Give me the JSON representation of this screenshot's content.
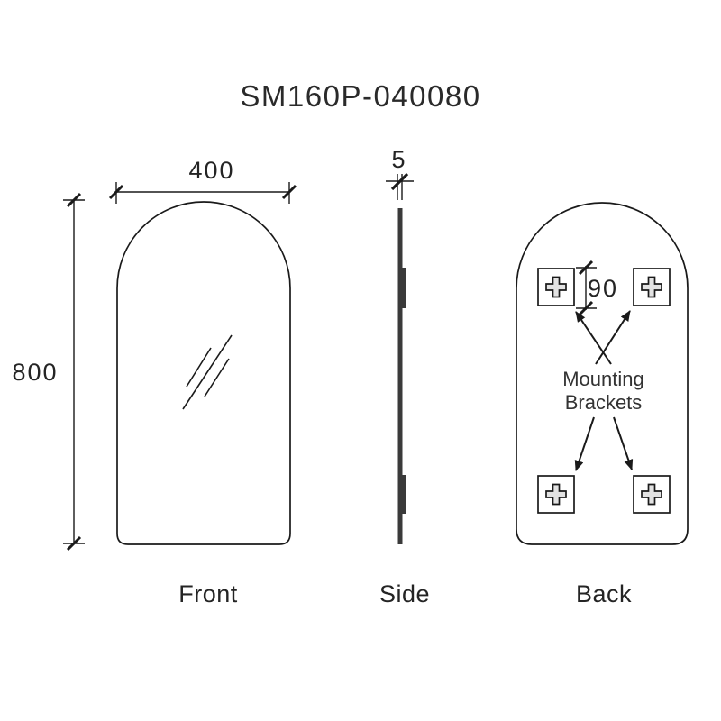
{
  "title": "SM160P-040080",
  "views": {
    "front": {
      "label": "Front"
    },
    "side": {
      "label": "Side"
    },
    "back": {
      "label": "Back"
    }
  },
  "dimensions": {
    "width_mm": "400",
    "height_mm": "800",
    "thickness_mm": "5",
    "bracket_height_mm": "90"
  },
  "annotations": {
    "mounting_brackets": "Mounting Brackets"
  },
  "colors": {
    "line": "#1a1a1a",
    "background": "#ffffff",
    "side_profile_fill": "#3a3a3a",
    "bracket_cross_fill": "#e2e2e2"
  }
}
